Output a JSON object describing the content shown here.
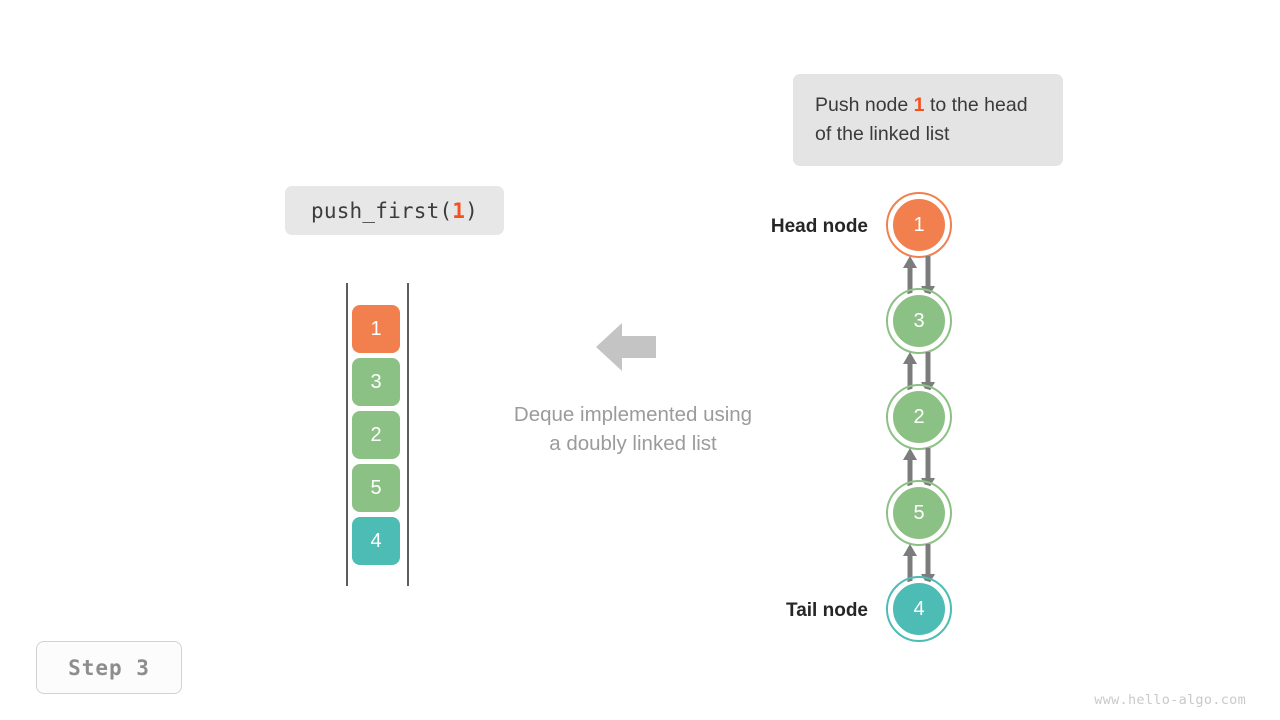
{
  "colors": {
    "orange": "#f2804e",
    "green": "#8cc185",
    "teal": "#4cbcb4",
    "arrow_gray": "#7c7c7c",
    "block_arrow_gray": "#c4c4c4",
    "caption_gray": "#9b9b9b",
    "box_gray": "#e4e4e4",
    "rail_gray": "#5d5d5d",
    "highlight_orange": "#f4511e"
  },
  "tooltip": {
    "text_before": "Push node ",
    "highlight": "1",
    "text_after": " to the head of the linked list"
  },
  "code_label": {
    "prefix": "push_first(",
    "argument": "1",
    "suffix": ")"
  },
  "array": {
    "cells": [
      {
        "value": "1",
        "color": "#f2804e"
      },
      {
        "value": "3",
        "color": "#8cc185"
      },
      {
        "value": "2",
        "color": "#8cc185"
      },
      {
        "value": "5",
        "color": "#8cc185"
      },
      {
        "value": "4",
        "color": "#4cbcb4"
      }
    ]
  },
  "center": {
    "arrow_direction": "left",
    "caption_line1": "Deque implemented using",
    "caption_line2": "a doubly linked list"
  },
  "linked_list": {
    "head_label": "Head node",
    "tail_label": "Tail node",
    "nodes": [
      {
        "value": "1",
        "color": "#f2804e"
      },
      {
        "value": "3",
        "color": "#8cc185"
      },
      {
        "value": "2",
        "color": "#8cc185"
      },
      {
        "value": "5",
        "color": "#8cc185"
      },
      {
        "value": "4",
        "color": "#4cbcb4"
      }
    ]
  },
  "step_badge": {
    "label": "Step 3"
  },
  "watermark": {
    "text": "www.hello-algo.com"
  }
}
